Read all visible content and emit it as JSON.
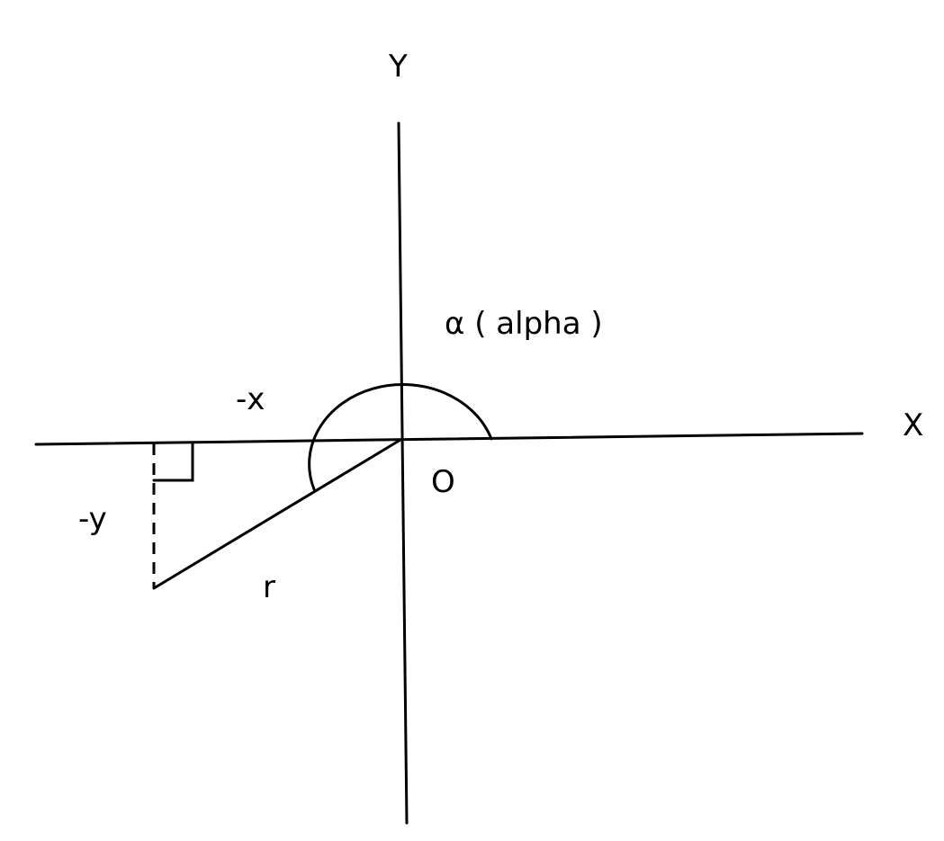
{
  "diagram": {
    "labels": {
      "y_axis": "Y",
      "x_axis": "X",
      "origin": "O",
      "angle": "α ( alpha )",
      "neg_x": "-x",
      "neg_y": "-y",
      "radius": "r"
    }
  }
}
